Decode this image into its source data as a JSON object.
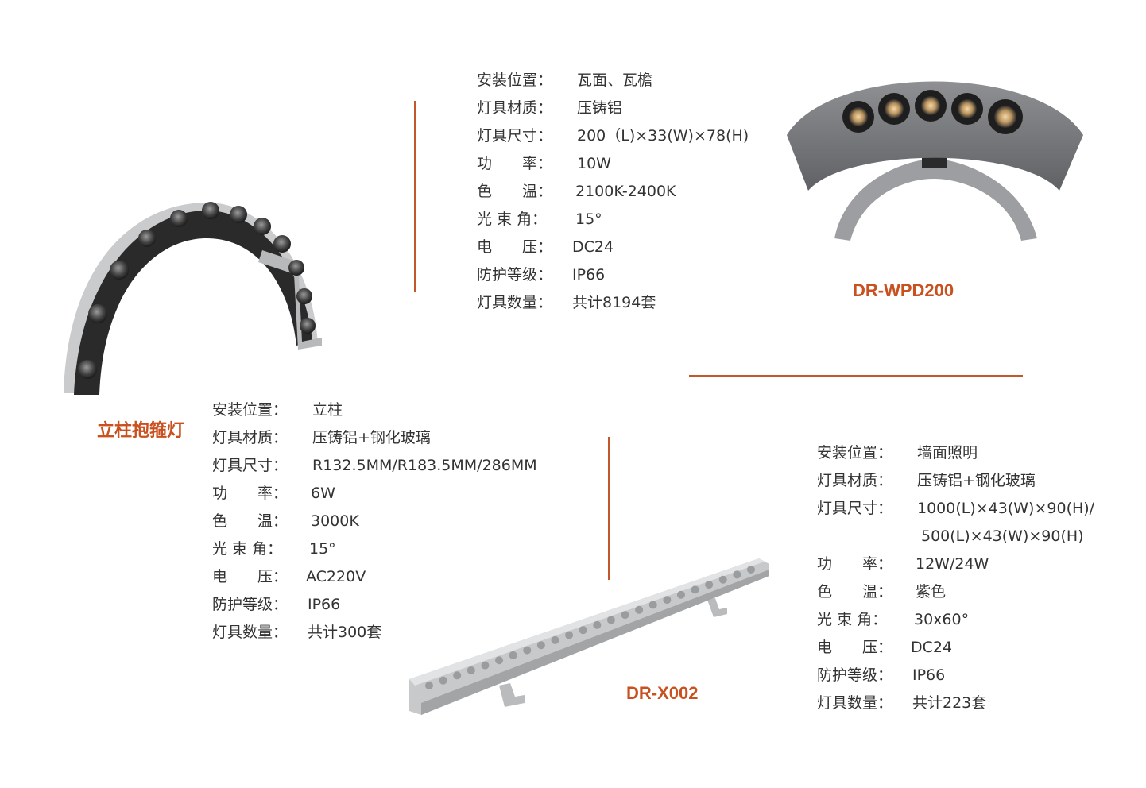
{
  "products": [
    {
      "title": "DR-WPD200",
      "image_icon": "arched-wall-washer-lamp-icon",
      "specs": [
        {
          "label": "安装位置：",
          "value": "瓦面、瓦檐"
        },
        {
          "label": "灯具材质：",
          "value": "压铸铝"
        },
        {
          "label": "灯具尺寸：",
          "value": "200（L)×33(W)×78(H)"
        },
        {
          "label": "功　　率：",
          "value": "10W"
        },
        {
          "label": "色　　温：",
          "value": "2100K-2400K"
        },
        {
          "label": "光 束 角：",
          "value": "15°"
        },
        {
          "label": "电　　压：",
          "value": "DC24"
        },
        {
          "label": "防护等级：",
          "value": "IP66"
        },
        {
          "label": "灯具数量：",
          "value": "共计8194套"
        }
      ]
    },
    {
      "title": "立柱抱箍灯",
      "image_icon": "column-hoop-arc-lamp-icon",
      "specs": [
        {
          "label": "安装位置：",
          "value": "立柱"
        },
        {
          "label": "灯具材质：",
          "value": "压铸铝+钢化玻璃"
        },
        {
          "label": "灯具尺寸：",
          "value": "R132.5MM/R183.5MM/286MM"
        },
        {
          "label": "功　　率：",
          "value": "6W"
        },
        {
          "label": "色　　温：",
          "value": "3000K"
        },
        {
          "label": "光 束 角：",
          "value": "15°"
        },
        {
          "label": "电　　压：",
          "value": "AC220V"
        },
        {
          "label": "防护等级：",
          "value": "IP66"
        },
        {
          "label": "灯具数量：",
          "value": "共计300套"
        }
      ]
    },
    {
      "title": "DR-X002",
      "image_icon": "linear-wall-washer-bar-icon",
      "specs": [
        {
          "label": "安装位置：",
          "value": "墙面照明"
        },
        {
          "label": "灯具材质：",
          "value": "压铸铝+钢化玻璃"
        },
        {
          "label": "灯具尺寸：",
          "value": "1000(L)×43(W)×90(H)/"
        },
        {
          "label": "",
          "value": "500(L)×43(W)×90(H)"
        },
        {
          "label": "功　　率：",
          "value": "12W/24W"
        },
        {
          "label": "色　　温：",
          "value": "紫色"
        },
        {
          "label": "光 束 角：",
          "value": "30x60°"
        },
        {
          "label": "电　　压：",
          "value": "DC24"
        },
        {
          "label": "防护等级：",
          "value": "IP66"
        },
        {
          "label": "灯具数量：",
          "value": "共计223套"
        }
      ]
    }
  ],
  "colors": {
    "accent": "#c0582b",
    "title": "#c9501f",
    "text": "#333333"
  }
}
